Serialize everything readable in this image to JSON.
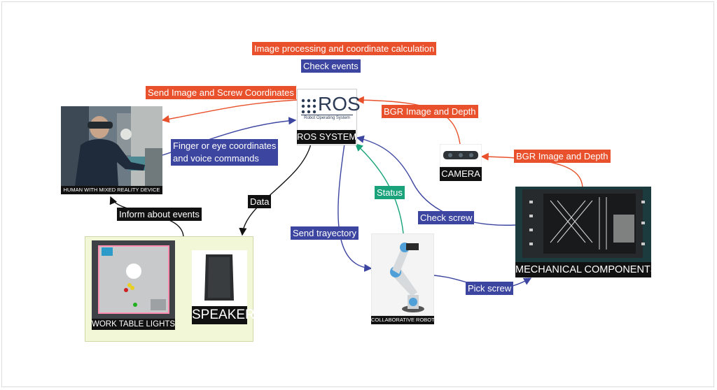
{
  "colors": {
    "orange": "#e8512b",
    "blue": "#3c45a0",
    "green": "#1aa37a",
    "black": "#111111",
    "table_bg": "#f2f7d8"
  },
  "nodes": {
    "ros_logo": "ROS",
    "ros_logo_sub": "Robot Operating System",
    "ros": "ROS SYSTEM",
    "human": "HUMAN WITH MIXED REALITY DEVICE",
    "camera": "CAMERA",
    "mechanical": "MECHANICAL COMPONENTS",
    "robot": "COLLABORATIVE ROBOT",
    "work_table": "WORK TABLE LIGHTS",
    "speaker": "SPEAKER"
  },
  "edges": {
    "image_processing": "Image processing and coordinate calculation",
    "check_events": "Check events",
    "send_image": "Send Image and Screw Coordinates",
    "bgr_camera_to_ros": "BGR Image and Depth",
    "bgr_mech_to_camera": "BGR Image and Depth",
    "finger_line1": "Finger or eye coordinates",
    "finger_line2": "and voice commands",
    "data": "Data",
    "inform": "Inform about events",
    "status": "Status",
    "send_trajectory": "Send trayectory",
    "check_screw": "Check screw",
    "pick_screw": "Pick screw"
  }
}
